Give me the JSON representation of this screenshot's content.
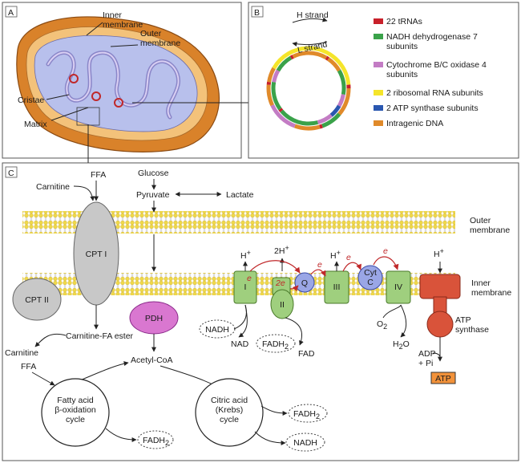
{
  "panels": {
    "a": {
      "tag": "A",
      "inner_membrane": "Inner\nmembrane",
      "outer_membrane": "Outer\nmembrane",
      "cristae": "Cristae",
      "matrix": "Matrix"
    },
    "b": {
      "tag": "B",
      "h_strand": "H strand",
      "l_strand": "L strand",
      "legend": [
        {
          "label": "22 tRNAs",
          "color": "#c8202a"
        },
        {
          "label": "NADH dehydrogenase 7\nsubunits",
          "color": "#3aa24a"
        },
        {
          "label": "Cytochrome B/C oxidase 4\nsubunits",
          "color": "#c37cc4"
        },
        {
          "label": "2 ribosomal RNA subunits",
          "color": "#f5e52a"
        },
        {
          "label": "2 ATP synthase subunits",
          "color": "#2a57b0"
        },
        {
          "label": "Intragenic DNA",
          "color": "#e08a2a"
        }
      ]
    },
    "c": {
      "tag": "C",
      "outer_membrane": "Outer\nmembrane",
      "inner_membrane": "Inner\nmembrane",
      "ffa_top": "FFA",
      "carnitine_top": "Carnitine",
      "glucose": "Glucose",
      "pyruvate": "Pyruvate",
      "lactate": "Lactate",
      "cpt1": "CPT I",
      "cpt2": "CPT II",
      "pdh": "PDH",
      "carnitine_fa_ester": "Carnitine-FA ester",
      "carnitine_bottom": "Carnitine",
      "ffa_bottom": "FFA",
      "acetyl_coa": "Acetyl-CoA",
      "beta_cycle": "Fatty acid\nβ-oxidation\ncycle",
      "krebs_cycle": "Citric acid\n(Krebs)\ncycle",
      "fadh2": "FADH",
      "nadh": "NADH",
      "nad": "NAD",
      "fad": "FAD",
      "complex_i": "I",
      "complex_ii": "II",
      "complex_iii": "III",
      "complex_iv": "IV",
      "q": "Q",
      "cyt": "Cyt",
      "cyt_c": "C",
      "h_plus": "H",
      "two_h_plus": "2H",
      "plus": "+",
      "e": "e",
      "two_e": "2e",
      "o2": "O",
      "h2o": "H",
      "h2o_tail": "O",
      "sub2": "2",
      "atp_synthase": "ATP\nsynthase",
      "adp_pi": "ADP\n+ Pi",
      "atp": "ATP"
    }
  },
  "colors": {
    "complex_green": "#9fcf7e",
    "atp_red": "#d9533a",
    "atp_orange": "#f2923a",
    "q_blue": "#9aa6e6",
    "pdh_magenta": "#d977d0",
    "cpt_gray": "#c8c8c8",
    "membrane_yellow": "#efd84a"
  }
}
